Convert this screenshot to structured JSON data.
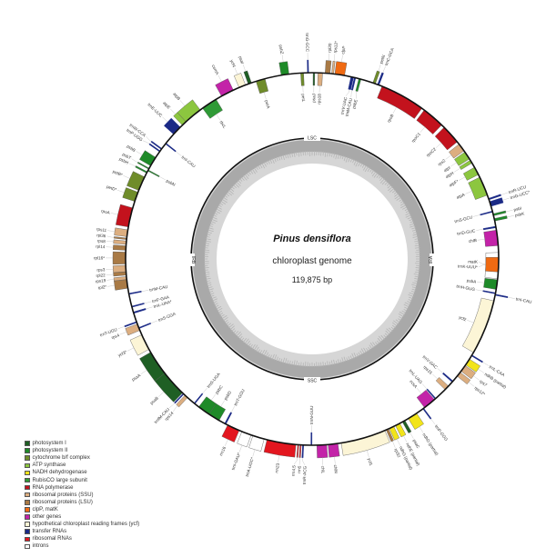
{
  "genome": {
    "organism": "Pinus densiflora",
    "description": "chloroplast genome",
    "size_label": "119,875 bp",
    "length_kb": 119.875,
    "regions": {
      "top": "LSC",
      "bottom": "SSC",
      "left": "IRB",
      "right": "IRA"
    }
  },
  "categories": {
    "ps1": {
      "label": "photosystem I",
      "color": "#1f5f24"
    },
    "ps2": {
      "label": "photosystem II",
      "color": "#1e8a28"
    },
    "cyt": {
      "label": "cytochrome b/f complex",
      "color": "#6f8c2a"
    },
    "atp": {
      "label": "ATP synthase",
      "color": "#8cc63f"
    },
    "nadh": {
      "label": "NADH dehydrogenase",
      "color": "#f2e41a"
    },
    "rubisco": {
      "label": "RubisCO large subunit",
      "color": "#2f9a36"
    },
    "rnap": {
      "label": "RNA polymerase",
      "color": "#c3121d"
    },
    "ssu": {
      "label": "ribosomal proteins (SSU)",
      "color": "#dcae80"
    },
    "lsu": {
      "label": "ribosomal proteins (LSU)",
      "color": "#a97a45"
    },
    "matk": {
      "label": "clpP, matK",
      "color": "#f06a12"
    },
    "other": {
      "label": "other genes",
      "color": "#c323a8"
    },
    "ycf": {
      "label": "hypothetical chloroplast reading frames (ycf)",
      "color": "#fcf5d6"
    },
    "trna": {
      "label": "transfer RNAs",
      "color": "#1b2a86"
    },
    "rrna": {
      "label": "ribosomal RNAs",
      "color": "#e3161f"
    },
    "intron": {
      "label": "introns",
      "color": "#ffffff"
    }
  },
  "legend_order": [
    "ps1",
    "ps2",
    "cyt",
    "atp",
    "nadh",
    "rubisco",
    "rnap",
    "ssu",
    "lsu",
    "matk",
    "other",
    "ycf",
    "trna",
    "rrna",
    "intron"
  ],
  "genes": [
    {
      "name": "psaJ",
      "cat": "ps1",
      "start": 0.1,
      "end": 0.27,
      "strand": "-"
    },
    {
      "name": "rps18",
      "cat": "ssu",
      "start": 0.6,
      "end": 1.07,
      "strand": "-"
    },
    {
      "name": "rpl20",
      "cat": "lsu",
      "start": 1.33,
      "end": 1.83,
      "strand": "+"
    },
    {
      "name": "rps12*",
      "cat": "ssu",
      "start": 2.0,
      "end": 2.2,
      "strand": "+"
    },
    {
      "name": "clpP",
      "cat": "matk",
      "start": 2.33,
      "end": 3.33,
      "strand": "+"
    },
    {
      "name": "trnV-UAC",
      "cat": "trna",
      "start": 4.0,
      "end": 4.27,
      "strand": "-"
    },
    {
      "name": "trnM-CAU",
      "cat": "trna",
      "start": 4.35,
      "end": 4.5,
      "strand": "-"
    },
    {
      "name": "psbE",
      "cat": "ps2",
      "start": 4.83,
      "end": 5.06,
      "strand": "-"
    },
    {
      "name": "petN",
      "cat": "cyt",
      "start": 6.33,
      "end": 6.6,
      "strand": "+"
    },
    {
      "name": "trnC-GCA",
      "cat": "trna",
      "start": 6.83,
      "end": 7.0,
      "strand": "+"
    },
    {
      "name": "rpoB",
      "cat": "rnap",
      "start": 7.33,
      "end": 12.0,
      "strand": "-"
    },
    {
      "name": "rpoC1",
      "cat": "rnap",
      "start": 12.3,
      "end": 14.65,
      "strand": "-"
    },
    {
      "name": "rpoC2",
      "cat": "rnap",
      "start": 15.0,
      "end": 17.0,
      "strand": "-"
    },
    {
      "name": "rps2",
      "cat": "ssu",
      "start": 17.3,
      "end": 18.15,
      "strand": "-"
    },
    {
      "name": "atpI",
      "cat": "atp",
      "start": 18.3,
      "end": 19.15,
      "strand": "-"
    },
    {
      "name": "atpH",
      "cat": "atp",
      "start": 19.3,
      "end": 19.65,
      "strand": "-"
    },
    {
      "name": "atpF*",
      "cat": "atp",
      "start": 20.15,
      "end": 21.0,
      "strand": "-"
    },
    {
      "name": "atpA",
      "cat": "atp",
      "start": 21.3,
      "end": 23.3,
      "strand": "-"
    },
    {
      "name": "trnR-UCU",
      "cat": "trna",
      "start": 23.65,
      "end": 23.8,
      "strand": "+"
    },
    {
      "name": "trnG-UCC*",
      "cat": "trna",
      "start": 24.0,
      "end": 24.5,
      "strand": "+"
    },
    {
      "name": "trnS-GCU",
      "cat": "trna",
      "start": 25.0,
      "end": 25.1,
      "strand": "-"
    },
    {
      "name": "psbI",
      "cat": "ps2",
      "start": 25.3,
      "end": 25.5,
      "strand": "+"
    },
    {
      "name": "psbK",
      "cat": "ps2",
      "start": 25.8,
      "end": 26.05,
      "strand": "+"
    },
    {
      "name": "trnD-GUC",
      "cat": "trna",
      "start": 26.6,
      "end": 26.75,
      "strand": "-"
    },
    {
      "name": "chlB",
      "cat": "other",
      "start": 27.0,
      "end": 28.6,
      "strand": "-"
    },
    {
      "name": "trnK-UUU*",
      "cat": "intron",
      "start": 29.3,
      "end": 32.0,
      "strand": "-"
    },
    {
      "name": "matK",
      "cat": "matk",
      "start": 29.8,
      "end": 31.3,
      "strand": "-"
    },
    {
      "name": "psbA",
      "cat": "ps2",
      "start": 32.1,
      "end": 33.1,
      "strand": "-"
    },
    {
      "name": "trnH-GUG",
      "cat": "trna",
      "start": 33.45,
      "end": 33.55,
      "strand": "-"
    },
    {
      "name": "trnI-CAU",
      "cat": "trna",
      "start": 33.6,
      "end": 33.7,
      "strand": "+"
    },
    {
      "name": "ycf2",
      "cat": "ycf",
      "start": 34.3,
      "end": 40.0,
      "strand": "-"
    },
    {
      "name": "trnL-CAA",
      "cat": "trna",
      "start": 40.3,
      "end": 40.4,
      "strand": "+"
    },
    {
      "name": "ndhB (partial)",
      "cat": "nadh",
      "start": 40.8,
      "end": 41.5,
      "strand": "+"
    },
    {
      "name": "rps7",
      "cat": "ssu",
      "start": 41.6,
      "end": 42.3,
      "strand": "+"
    },
    {
      "name": "rps12*",
      "cat": "ssu",
      "start": 42.45,
      "end": 42.95,
      "strand": "+"
    },
    {
      "name": "trnV-GAC",
      "cat": "trna",
      "start": 43.6,
      "end": 43.75,
      "strand": "-"
    },
    {
      "name": "rps15",
      "cat": "ssu",
      "start": 44.3,
      "end": 44.8,
      "strand": "-"
    },
    {
      "name": "trnL-UAG",
      "cat": "trna",
      "start": 46.1,
      "end": 46.2,
      "strand": "-"
    },
    {
      "name": "ccsA",
      "cat": "other",
      "start": 46.3,
      "end": 47.6,
      "strand": "-"
    },
    {
      "name": "trnP-GGG",
      "cat": "trna",
      "start": 47.7,
      "end": 47.8,
      "strand": "+"
    },
    {
      "name": "ndhD (partial)",
      "cat": "nadh",
      "start": 48.6,
      "end": 49.6,
      "strand": "+"
    },
    {
      "name": "psaC",
      "cat": "ps1",
      "start": 50.0,
      "end": 50.3,
      "strand": "+"
    },
    {
      "name": "ndhE (partial)",
      "cat": "nadh",
      "start": 50.6,
      "end": 51.1,
      "strand": "+"
    },
    {
      "name": "ndhG (partial)",
      "cat": "nadh",
      "start": 51.3,
      "end": 51.8,
      "strand": "+"
    },
    {
      "name": "rpl32",
      "cat": "lsu",
      "start": 51.9,
      "end": 52.15,
      "strand": "+"
    },
    {
      "name": "ycf1",
      "cat": "ycf",
      "start": 52.3,
      "end": 56.95,
      "strand": "+"
    },
    {
      "name": "chlN",
      "cat": "other",
      "start": 57.3,
      "end": 58.3,
      "strand": "+"
    },
    {
      "name": "chlL",
      "cat": "other",
      "start": 58.45,
      "end": 59.45,
      "strand": "+"
    },
    {
      "name": "trnN-GUU",
      "cat": "trna",
      "start": 59.95,
      "end": 60.05,
      "strand": "-"
    },
    {
      "name": "trnR-ACG",
      "cat": "trna",
      "start": 60.8,
      "end": 60.9,
      "strand": "+"
    },
    {
      "name": "rrn5",
      "cat": "rrna",
      "start": 61.05,
      "end": 61.17,
      "strand": "+"
    },
    {
      "name": "rrn4.5",
      "cat": "rrna",
      "start": 61.3,
      "end": 61.4,
      "strand": "+"
    },
    {
      "name": "rrn23",
      "cat": "rrna",
      "start": 61.6,
      "end": 64.6,
      "strand": "+"
    },
    {
      "name": "trnA-UGC*",
      "cat": "intron",
      "start": 64.9,
      "end": 66.1,
      "strand": "+"
    },
    {
      "name": "trnI-GAU*",
      "cat": "intron",
      "start": 66.3,
      "end": 67.3,
      "strand": "+"
    },
    {
      "name": "rrn16",
      "cat": "rrna",
      "start": 67.6,
      "end": 68.9,
      "strand": "+"
    },
    {
      "name": "trnT-GGU",
      "cat": "trna",
      "start": 69.1,
      "end": 69.25,
      "strand": "-"
    },
    {
      "name": "psbD",
      "cat": "ps2",
      "start": 69.9,
      "end": 71.1,
      "strand": "-"
    },
    {
      "name": "psbC",
      "cat": "ps2",
      "start": 71.1,
      "end": 72.4,
      "strand": "-"
    },
    {
      "name": "trnS-UGA",
      "cat": "trna",
      "start": 72.9,
      "end": 73.0,
      "strand": "-"
    },
    {
      "name": "rps14",
      "cat": "ssu",
      "start": 73.9,
      "end": 74.25,
      "strand": "+"
    },
    {
      "name": "trnfM-CAU",
      "cat": "trna",
      "start": 74.4,
      "end": 74.5,
      "strand": "+"
    },
    {
      "name": "psaB",
      "cat": "ps1",
      "start": 74.6,
      "end": 77.3,
      "strand": "+"
    },
    {
      "name": "psaA",
      "cat": "ps1",
      "start": 77.3,
      "end": 79.9,
      "strand": "+"
    },
    {
      "name": "ycf3*",
      "cat": "ycf",
      "start": 80.25,
      "end": 81.9,
      "strand": "+"
    },
    {
      "name": "trnS-GGA",
      "cat": "trna",
      "start": 82.6,
      "end": 82.7,
      "strand": "-"
    },
    {
      "name": "rps4",
      "cat": "ssu",
      "start": 82.4,
      "end": 83.1,
      "strand": "+"
    },
    {
      "name": "trnT-UGU",
      "cat": "trna",
      "start": 83.25,
      "end": 83.35,
      "strand": "+"
    },
    {
      "name": "trnL-UAA*",
      "cat": "trna",
      "start": 84.25,
      "end": 84.4,
      "strand": "-"
    },
    {
      "name": "trnF-GAA",
      "cat": "trna",
      "start": 84.9,
      "end": 85.0,
      "strand": "-"
    },
    {
      "name": "trnM-CAU",
      "cat": "trna",
      "start": 86.25,
      "end": 86.35,
      "strand": "-"
    },
    {
      "name": "rpl2*",
      "cat": "lsu",
      "start": 86.9,
      "end": 87.8,
      "strand": "+"
    },
    {
      "name": "rps19",
      "cat": "ssu",
      "start": 87.8,
      "end": 88.1,
      "strand": "+"
    },
    {
      "name": "rpl22",
      "cat": "lsu",
      "start": 88.25,
      "end": 88.6,
      "strand": "+"
    },
    {
      "name": "rps3",
      "cat": "ssu",
      "start": 88.6,
      "end": 89.25,
      "strand": "+"
    },
    {
      "name": "rpl16*",
      "cat": "lsu",
      "start": 89.4,
      "end": 90.6,
      "strand": "+"
    },
    {
      "name": "rpl14",
      "cat": "lsu",
      "start": 90.8,
      "end": 91.25,
      "strand": "+"
    },
    {
      "name": "rps8",
      "cat": "ssu",
      "start": 91.4,
      "end": 91.75,
      "strand": "+"
    },
    {
      "name": "rpl36",
      "cat": "lsu",
      "start": 91.9,
      "end": 92.05,
      "strand": "+"
    },
    {
      "name": "rps11",
      "cat": "ssu",
      "start": 92.2,
      "end": 92.9,
      "strand": "+"
    },
    {
      "name": "rpoA",
      "cat": "rnap",
      "start": 93.2,
      "end": 95.2,
      "strand": "+"
    },
    {
      "name": "petD*",
      "cat": "cyt",
      "start": 95.9,
      "end": 96.9,
      "strand": "+"
    },
    {
      "name": "petB*",
      "cat": "cyt",
      "start": 97.1,
      "end": 98.6,
      "strand": "+"
    },
    {
      "name": "psbH",
      "cat": "ps2",
      "start": 99.05,
      "end": 99.2,
      "strand": "+"
    },
    {
      "name": "psbN",
      "cat": "ps2",
      "start": 99.3,
      "end": 99.4,
      "strand": "-"
    },
    {
      "name": "psbT",
      "cat": "ps2",
      "start": 99.5,
      "end": 99.6,
      "strand": "+"
    },
    {
      "name": "psbB",
      "cat": "ps2",
      "start": 99.9,
      "end": 100.9,
      "strand": "+"
    },
    {
      "name": "trnP-UGG",
      "cat": "trna",
      "start": 101.6,
      "end": 101.7,
      "strand": "+"
    },
    {
      "name": "trnW-CCA",
      "cat": "trna",
      "start": 101.9,
      "end": 102.0,
      "strand": "+"
    },
    {
      "name": "trnI-CAU",
      "cat": "trna",
      "start": 102.6,
      "end": 102.7,
      "strand": "-"
    },
    {
      "name": "trnE-UUC",
      "cat": "trna",
      "start": 103.9,
      "end": 104.9,
      "strand": "+"
    },
    {
      "name": "atpE",
      "cat": "atp",
      "start": 105.2,
      "end": 105.7,
      "strand": "+"
    },
    {
      "name": "atpB",
      "cat": "atp",
      "start": 105.7,
      "end": 107.6,
      "strand": "+"
    },
    {
      "name": "rbcL",
      "cat": "rubisco",
      "start": 107.9,
      "end": 109.55,
      "strand": "-"
    },
    {
      "name": "cemA",
      "cat": "other",
      "start": 110.2,
      "end": 111.55,
      "strand": "+"
    },
    {
      "name": "ycf4",
      "cat": "ycf",
      "start": 112.2,
      "end": 112.9,
      "strand": "+"
    },
    {
      "name": "psaI",
      "cat": "ps1",
      "start": 113.2,
      "end": 113.55,
      "strand": "+"
    },
    {
      "name": "petA",
      "cat": "cyt",
      "start": 114.05,
      "end": 115.0,
      "strand": "-"
    },
    {
      "name": "psbZ",
      "cat": "ps2",
      "start": 116.7,
      "end": 117.5,
      "strand": "+"
    },
    {
      "name": "petL",
      "cat": "cyt",
      "start": 118.7,
      "end": 119.0,
      "strand": "-"
    },
    {
      "name": "trnG-GCC",
      "cat": "trna",
      "start": 119.4,
      "end": 119.5,
      "strand": "+"
    }
  ]
}
